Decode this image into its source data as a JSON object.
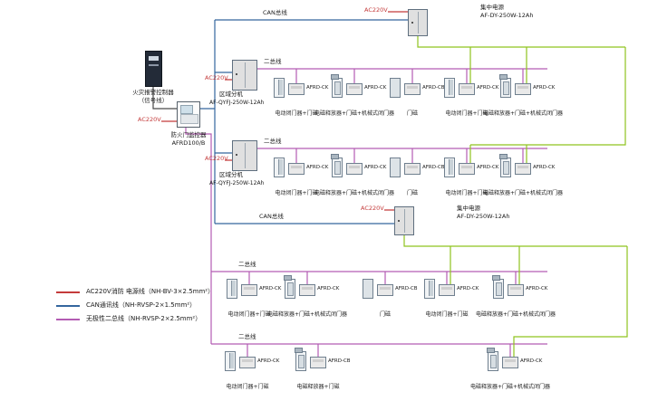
{
  "colors": {
    "red": "#c43b3b",
    "blue": "#34669e",
    "magenta": "#b35cb3",
    "green": "#8fc31f"
  },
  "diagram": {
    "fire_alarm_label1": "火灾报警控制器",
    "fire_alarm_label2": "（信号线）",
    "monitor_power": "AC220V",
    "monitor_label1": "防火门监控器",
    "monitor_label2": "AFRD100/B",
    "top_power": {
      "power": "AC220V",
      "bus": "CAN总线",
      "name": "集中电源",
      "model": "AF-DY-250W-12Ah"
    },
    "regional1": {
      "power": "AC220V",
      "bus": "二总线",
      "name": "区域分机",
      "model": "AF-QYFJ-250W-12Ah"
    },
    "regional2": {
      "power": "AC220V",
      "bus": "二总线",
      "name": "区域分机",
      "model": "AF-QYFJ-250W-12Ah"
    },
    "mid_power": {
      "power": "AC220V",
      "bus": "CAN总线",
      "name": "集中电源",
      "model": "AF-DY-250W-12Ah"
    },
    "row3_bus": "二总线",
    "row4_bus": "二总线"
  },
  "rows": {
    "row1": {
      "devices": [
        {
          "icon": "door-closer-icon",
          "module": "AFRD-CK",
          "label": "电动闭门器+门磁"
        },
        {
          "icon": "magnetic-releaser-icon",
          "module": "AFRD-CK",
          "label": "电磁释放器+门磁+机械式闭门器"
        },
        {
          "icon": "door-magnet-icon",
          "module": "AFRD-CB",
          "label": "门磁"
        },
        {
          "icon": "door-closer-icon",
          "module": "AFRD-CK",
          "label": "电动闭门器+门磁"
        },
        {
          "icon": "magnetic-releaser-icon",
          "module": "AFRD-CK",
          "label": "电磁释放器+门磁+机械式闭门器"
        }
      ]
    },
    "row2": {
      "devices": [
        {
          "icon": "door-closer-icon",
          "module": "AFRD-CK",
          "label": "电动闭门器+门磁"
        },
        {
          "icon": "magnetic-releaser-icon",
          "module": "AFRD-CK",
          "label": "电磁释放器+门磁+机械式闭门器"
        },
        {
          "icon": "door-magnet-icon",
          "module": "AFRD-CB",
          "label": "门磁"
        },
        {
          "icon": "door-closer-icon",
          "module": "AFRD-CK",
          "label": "电动闭门器+门磁"
        },
        {
          "icon": "magnetic-releaser-icon",
          "module": "AFRD-CK",
          "label": "电磁释放器+门磁+机械式闭门器"
        }
      ]
    },
    "row3": {
      "devices": [
        {
          "icon": "door-closer-icon",
          "module": "AFRD-CK",
          "label": "电动闭门器+门磁"
        },
        {
          "icon": "magnetic-releaser-icon",
          "module": "AFRD-CK",
          "label": "电磁释放器+门磁+机械式闭门器"
        },
        {
          "icon": "door-magnet-icon",
          "module": "AFRD-CB",
          "label": "门磁"
        },
        {
          "icon": "door-closer-icon",
          "module": "AFRD-CK",
          "label": "电动闭门器+门磁"
        },
        {
          "icon": "magnetic-releaser-icon",
          "module": "AFRD-CK",
          "label": "电磁释放器+门磁+机械式闭门器"
        }
      ]
    },
    "row4": {
      "devices": [
        {
          "icon": "door-closer-icon",
          "module": "AFRD-CK",
          "label": "电动闭门器+门磁"
        },
        {
          "icon": "magnetic-releaser-icon",
          "module": "AFRD-CB",
          "label": "电磁释放器+门磁"
        },
        {
          "icon": "magnetic-releaser-icon",
          "module": "AFRD-CK",
          "label": "电磁释放器+门磁+机械式闭门器"
        }
      ]
    }
  },
  "legend": {
    "items": [
      {
        "color": "red",
        "text": "AC220V消防 电源线（NH-BV-3×2.5mm²）"
      },
      {
        "color": "blue",
        "text": "CAN通讯线（NH-RVSP-2×1.5mm²）"
      },
      {
        "color": "magenta",
        "text": "无极性二总线（NH-RVSP-2×2.5mm²）"
      }
    ]
  }
}
